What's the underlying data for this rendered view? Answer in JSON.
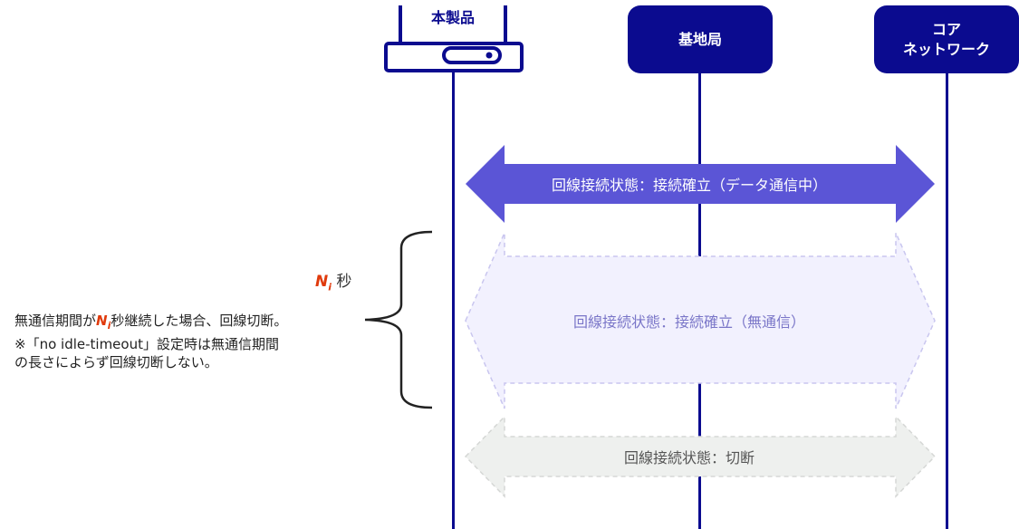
{
  "nodes": {
    "device_label": "本製品",
    "base_station": "基地局",
    "core_network": "コア\nネットワーク"
  },
  "arrows": {
    "connected_data": "回線接続状態：接続確立（データ通信中）",
    "connected_idle": "回線接続状態：接続確立（無通信）",
    "disconnected": "回線接続状態：切断"
  },
  "timeout": {
    "symbol": "N",
    "subscript": "i",
    "unit": "秒"
  },
  "note": {
    "line1_pre": "無通信期間が",
    "line1_post": "秒継続した場合、回線切断。",
    "line2": "※「no idle-timeout」設定時は無通信期間",
    "line3": "の長さによらず回線切断しない。"
  },
  "colors": {
    "node": "#0b0b8f",
    "arrow_data": "#5b55d6",
    "arrow_idle_fill": "#f2f1fe",
    "arrow_idle_border": "#c9c6ef",
    "arrow_disconnected_fill": "#eef0ee",
    "arrow_disconnected_border": "#d5d7d5",
    "highlight": "#e03a0c"
  },
  "icons": {
    "device": "router-icon",
    "brace": "curly-brace-icon"
  }
}
